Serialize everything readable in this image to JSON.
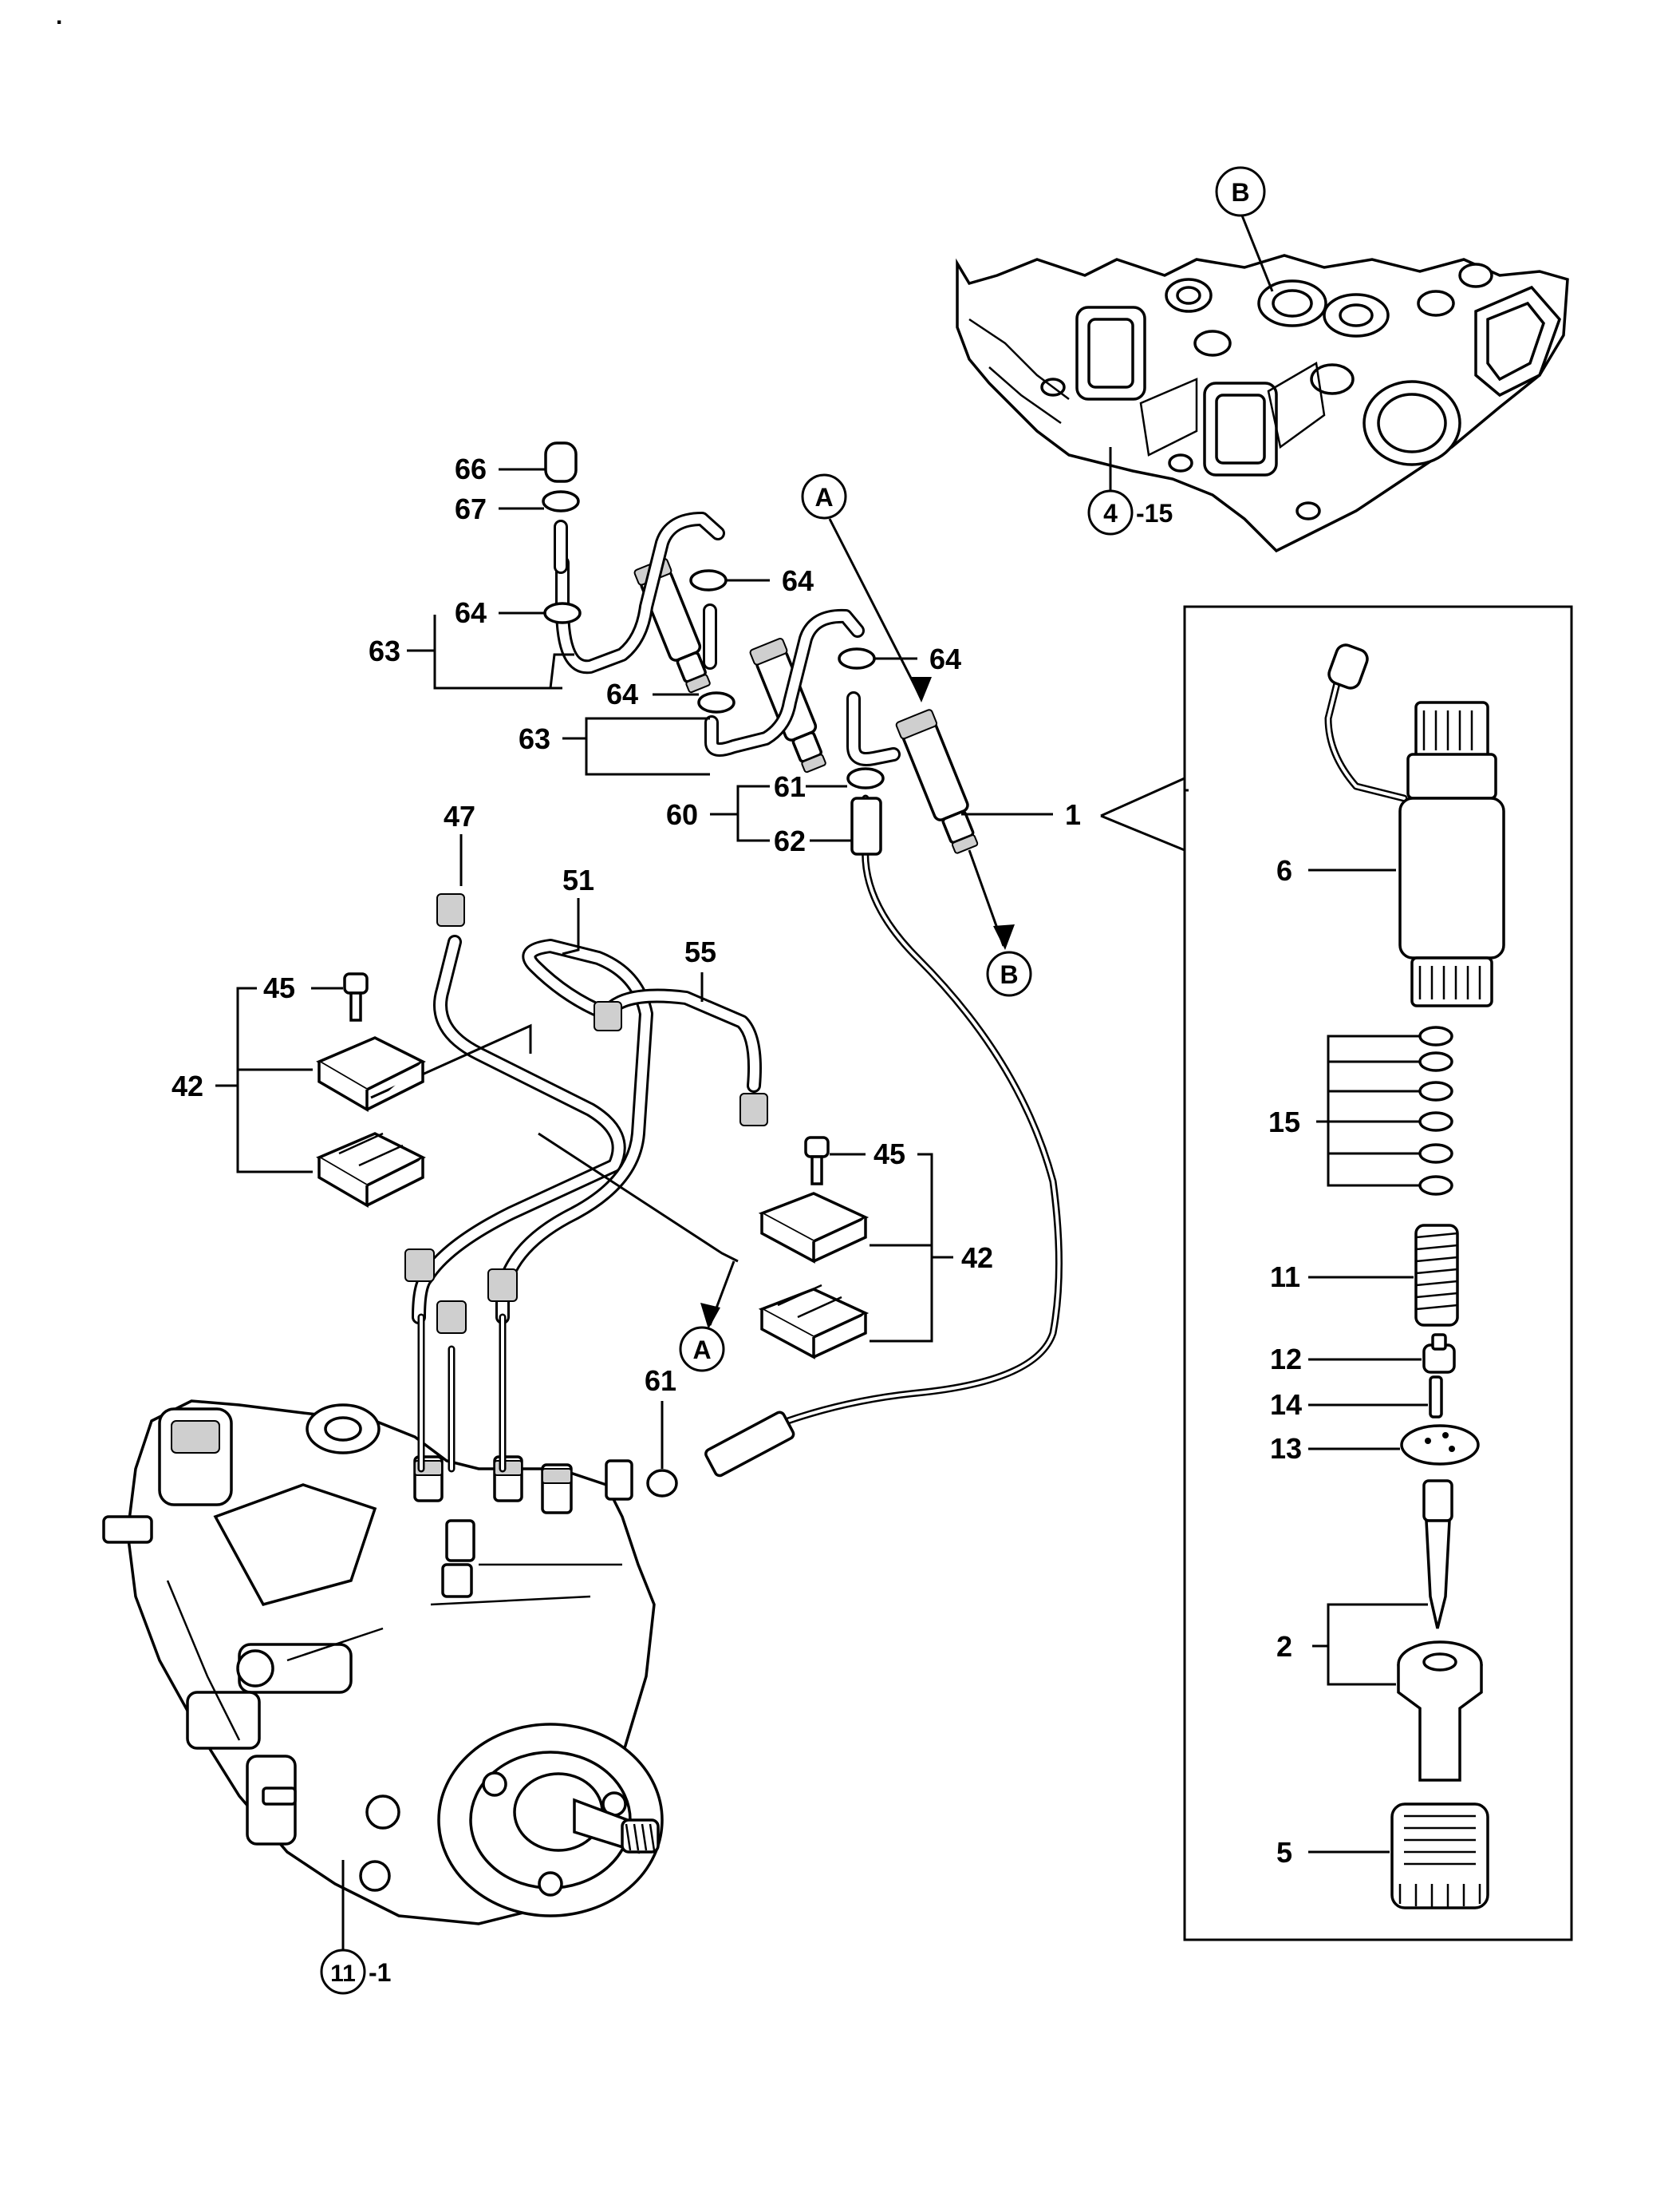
{
  "callouts": {
    "n1": "1",
    "n2": "2",
    "n5": "5",
    "n6": "6",
    "n11": "11",
    "n12": "12",
    "n13": "13",
    "n14": "14",
    "n15": "15",
    "n42a": "42",
    "n42b": "42",
    "n45a": "45",
    "n45b": "45",
    "n47": "47",
    "n51": "51",
    "n55": "55",
    "n60": "60",
    "n61a": "61",
    "n61b": "61",
    "n62": "62",
    "n63a": "63",
    "n63b": "63",
    "n64a": "64",
    "n64b": "64",
    "n64c": "64",
    "n64d": "64",
    "n66": "66",
    "n67": "67"
  },
  "refs": {
    "a_top": "A",
    "a_bottom": "A",
    "b_top": "B",
    "b_bottom": "B",
    "head_group_num": "4",
    "head_group_suffix": "-15",
    "pump_group_num": "11",
    "pump_group_suffix": "-1"
  },
  "corner_mark": "."
}
